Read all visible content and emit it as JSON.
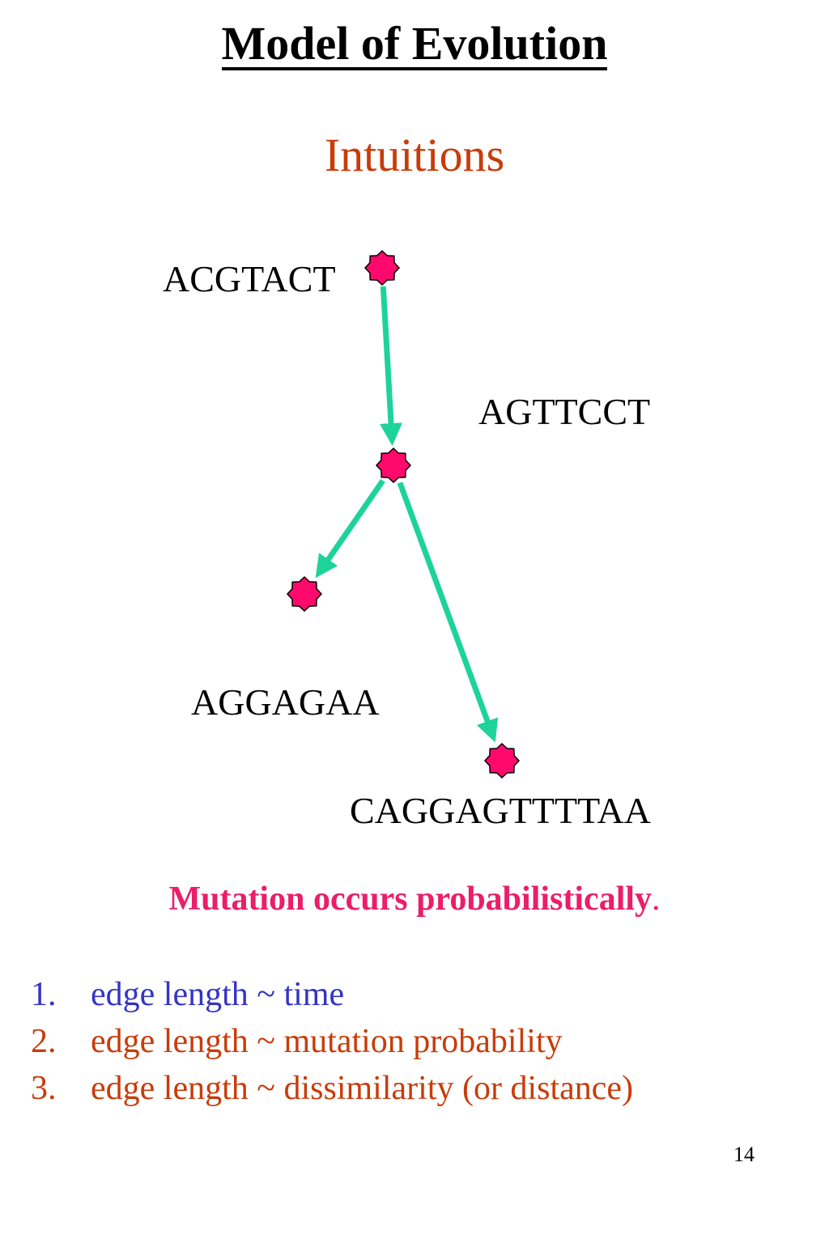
{
  "title": "Model of Evolution",
  "subtitle": "Intuitions",
  "tree": {
    "nodes": [
      {
        "id": "root",
        "label": "ACGTACT"
      },
      {
        "id": "internal",
        "label": "AGTTCCT"
      },
      {
        "id": "leaf_left",
        "label": "AGGAGAA"
      },
      {
        "id": "leaf_right",
        "label": "CAGGAGTTTTAA"
      }
    ],
    "edges": [
      {
        "from": "root",
        "to": "internal"
      },
      {
        "from": "internal",
        "to": "leaf_left"
      },
      {
        "from": "internal",
        "to": "leaf_right"
      }
    ],
    "node_icon": "eight-point-star-icon",
    "colors": {
      "edge": "#1ed39a",
      "node_fill": "#ff0a6c",
      "node_stroke": "#000000"
    }
  },
  "statement": {
    "bold_text": "Mutation occurs probabilistically",
    "tail_text": ".",
    "color": "#ea1e6a"
  },
  "points": [
    {
      "number": "1.",
      "text": "edge length ~ time",
      "color": "#3434c6"
    },
    {
      "number": "2.",
      "text": "edge length ~ mutation probability",
      "color": "#c83c0a"
    },
    {
      "number": "3.",
      "text": "edge length ~ dissimilarity (or distance)",
      "color": "#c83c0a"
    }
  ],
  "page_number": "14",
  "colors": {
    "subtitle": "#c83c0a"
  }
}
